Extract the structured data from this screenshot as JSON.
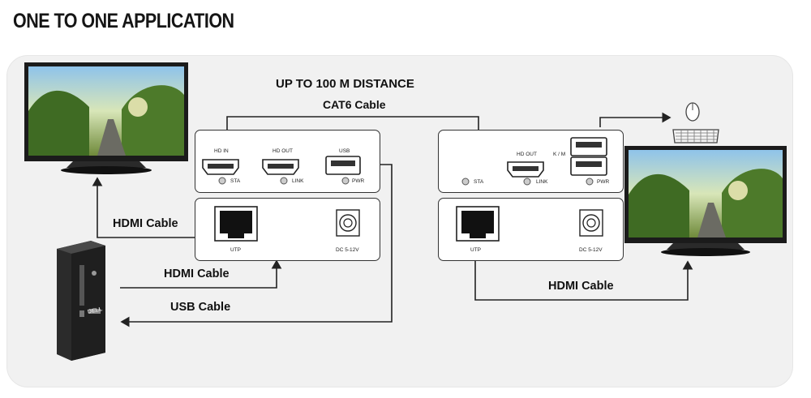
{
  "title": "ONE TO ONE APPLICATION",
  "distance_label": "UP TO 100 M DISTANCE",
  "cat6_label": "CAT6 Cable",
  "hdmi_cable_left": "HDMI Cable",
  "hdmi_cable_pc": "HDMI Cable",
  "usb_cable": "USB Cable",
  "hdmi_cable_right": "HDMI Cable",
  "transmitter": {
    "hd_in": "HD IN",
    "hd_out": "HD OUT",
    "usb": "USB",
    "sta": "STA",
    "link": "LINK",
    "pwr": "PWR",
    "utp": "UTP",
    "dc": "DC 5-12V"
  },
  "receiver": {
    "hd_out": "HD OUT",
    "km": "K / M",
    "sta": "STA",
    "link": "LINK",
    "pwr": "PWR",
    "utp": "UTP",
    "dc": "DC 5-12V"
  },
  "pc_brand": "DELL"
}
